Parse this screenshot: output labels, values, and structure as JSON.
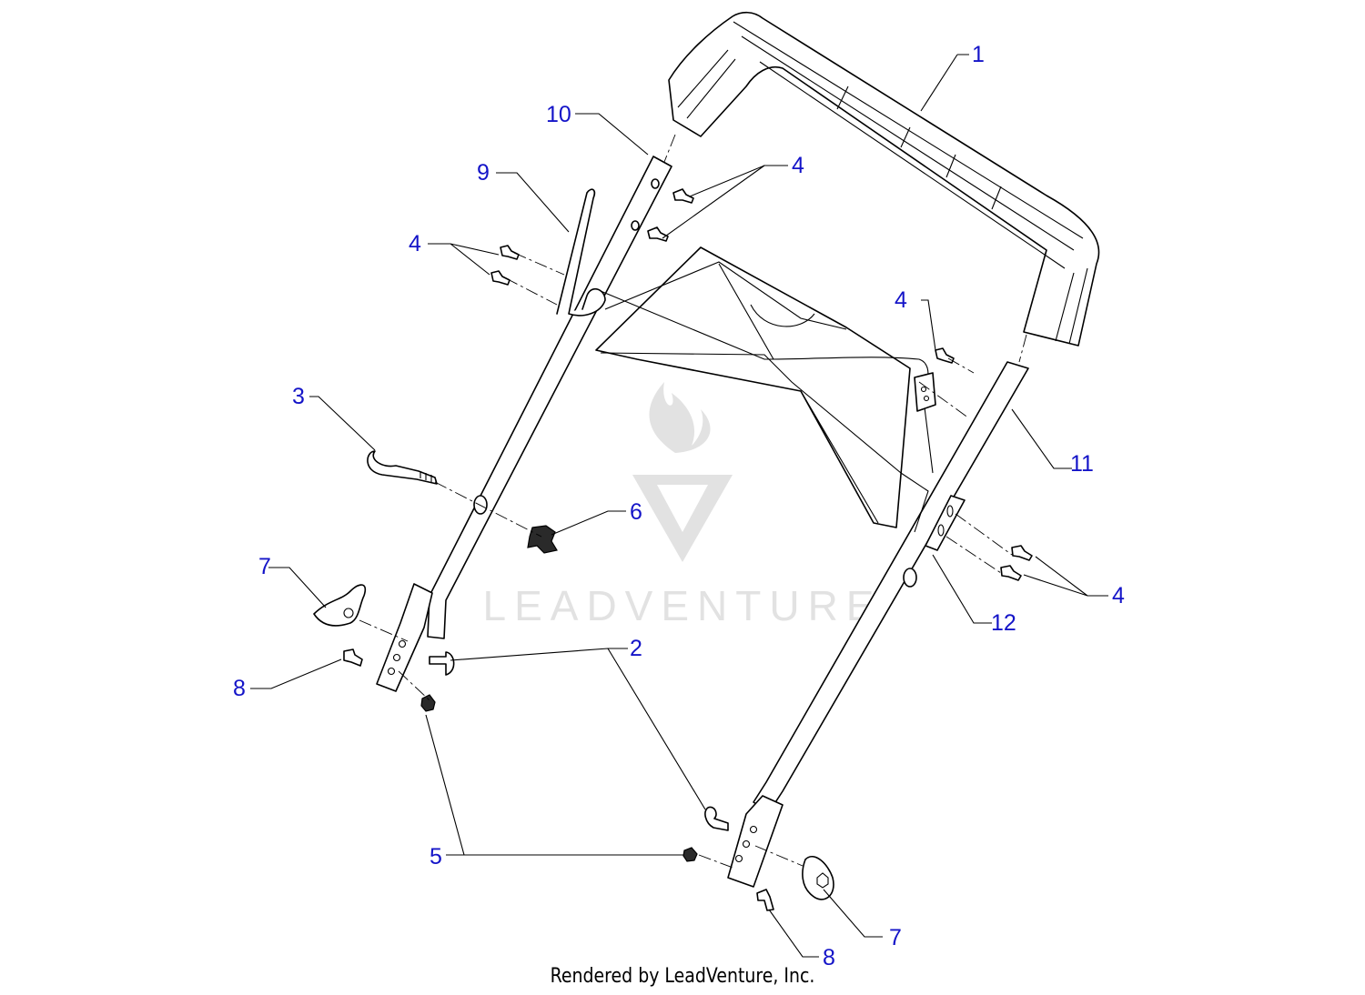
{
  "diagram": {
    "callouts": [
      "1",
      "2",
      "3",
      "4",
      "5",
      "6",
      "7",
      "8",
      "9",
      "10",
      "11",
      "12"
    ]
  },
  "watermark": {
    "text": "LEADVENTURE",
    "color": "#e2e2e2"
  },
  "footer": {
    "text": "Rendered by LeadVenture, Inc."
  },
  "colors": {
    "callout": "#1414c8",
    "line": "#000000",
    "background": "#ffffff"
  }
}
